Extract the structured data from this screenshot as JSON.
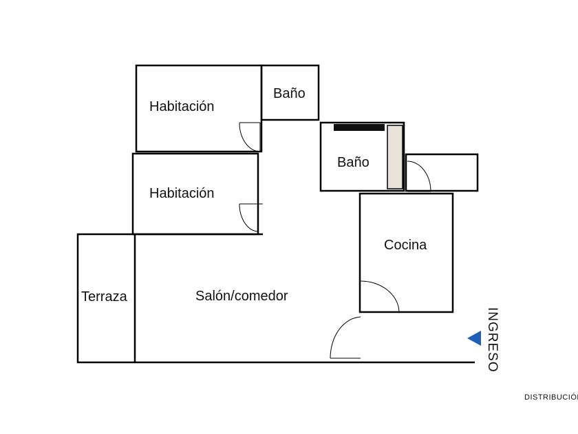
{
  "plan": {
    "rooms": {
      "habitacion_1": "Habitación",
      "bano_1": "Baño",
      "bano_2": "Baño",
      "habitacion_2": "Habitación",
      "cocina": "Cocina",
      "terraza": "Terraza",
      "salon": "Salón/comedor"
    },
    "ingreso": "INGRESO",
    "footer_note": "DISTRIBUCIÓN",
    "colors": {
      "walls": "#000000",
      "entrance_marker": "#1f5fb8",
      "cabinet_fill": "#e8e2da",
      "background": "#ffffff"
    }
  }
}
